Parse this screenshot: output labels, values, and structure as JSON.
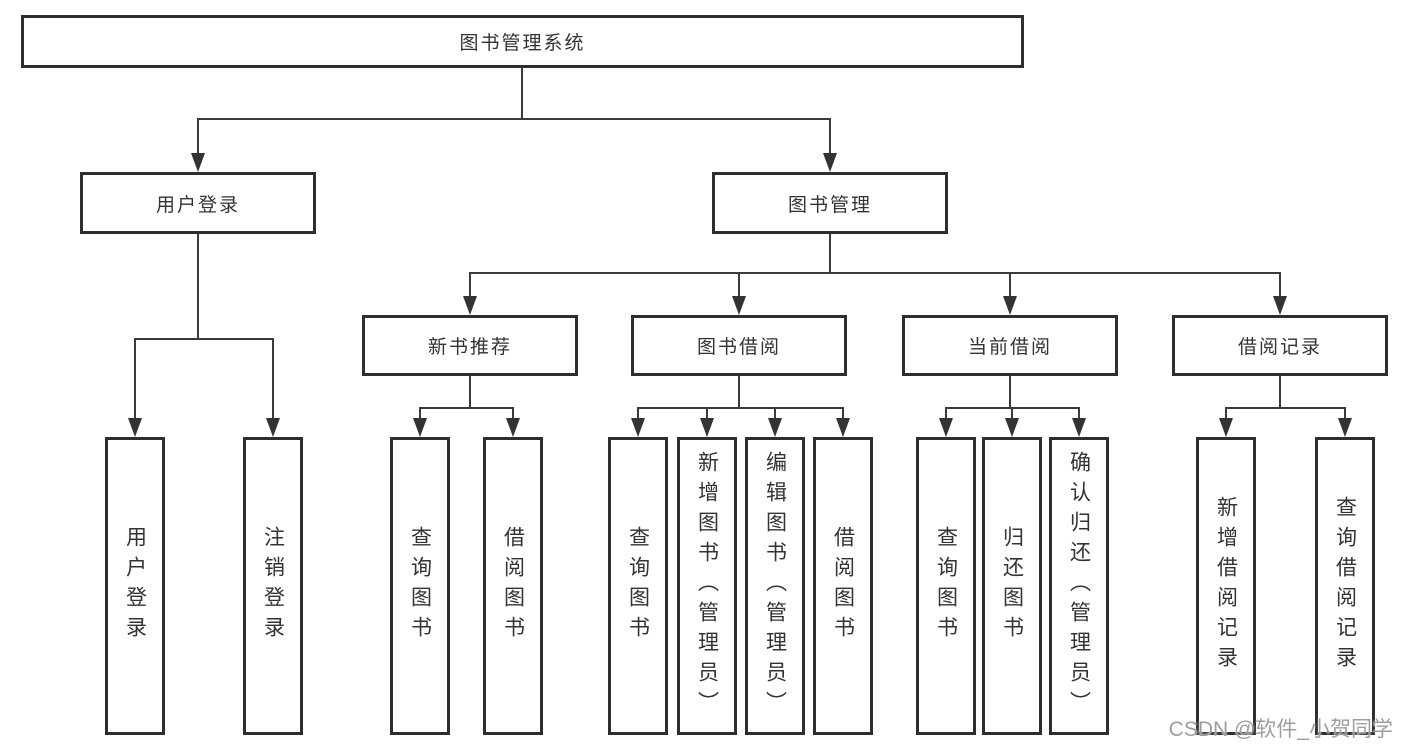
{
  "tree": {
    "root": "图书管理系统",
    "children": [
      {
        "label": "用户登录",
        "children": [
          "用户登录",
          "注销登录"
        ]
      },
      {
        "label": "图书管理",
        "children": [
          {
            "label": "新书推荐",
            "children": [
              "查询图书",
              "借阅图书"
            ]
          },
          {
            "label": "图书借阅",
            "children": [
              "查询图书",
              "新增图书（管理员）",
              "编辑图书（管理员）",
              "借阅图书"
            ]
          },
          {
            "label": "当前借阅",
            "children": [
              "查询图书",
              "归还图书",
              "确认归还（管理员）"
            ]
          },
          {
            "label": "借阅记录",
            "children": [
              "新增借阅记录",
              "查询借阅记录"
            ]
          }
        ]
      }
    ]
  },
  "watermark": {
    "text": "CSDN @软件_小贺同学"
  },
  "colors": {
    "background": "#ffffff",
    "box_border": "#2e2e2e",
    "connector_line": "#3a3a3a",
    "text": "#333333",
    "watermark": "#9e9e9e"
  }
}
